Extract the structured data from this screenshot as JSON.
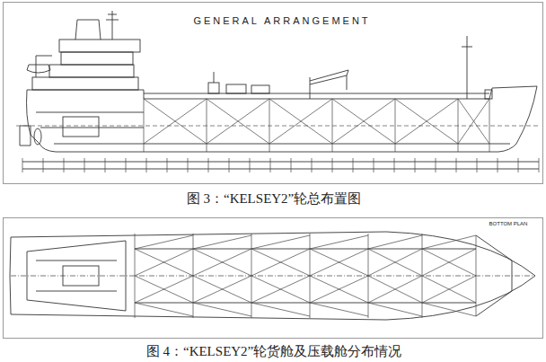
{
  "diagram": {
    "title": "GENERAL ARRANGEMENT",
    "labels": [
      "BOTTOM PLAN",
      "图 3：“KELSEY2”轮总布置图",
      "图 4：“KELSEY2”轮货舱及压载舱分布情况"
    ]
  }
}
